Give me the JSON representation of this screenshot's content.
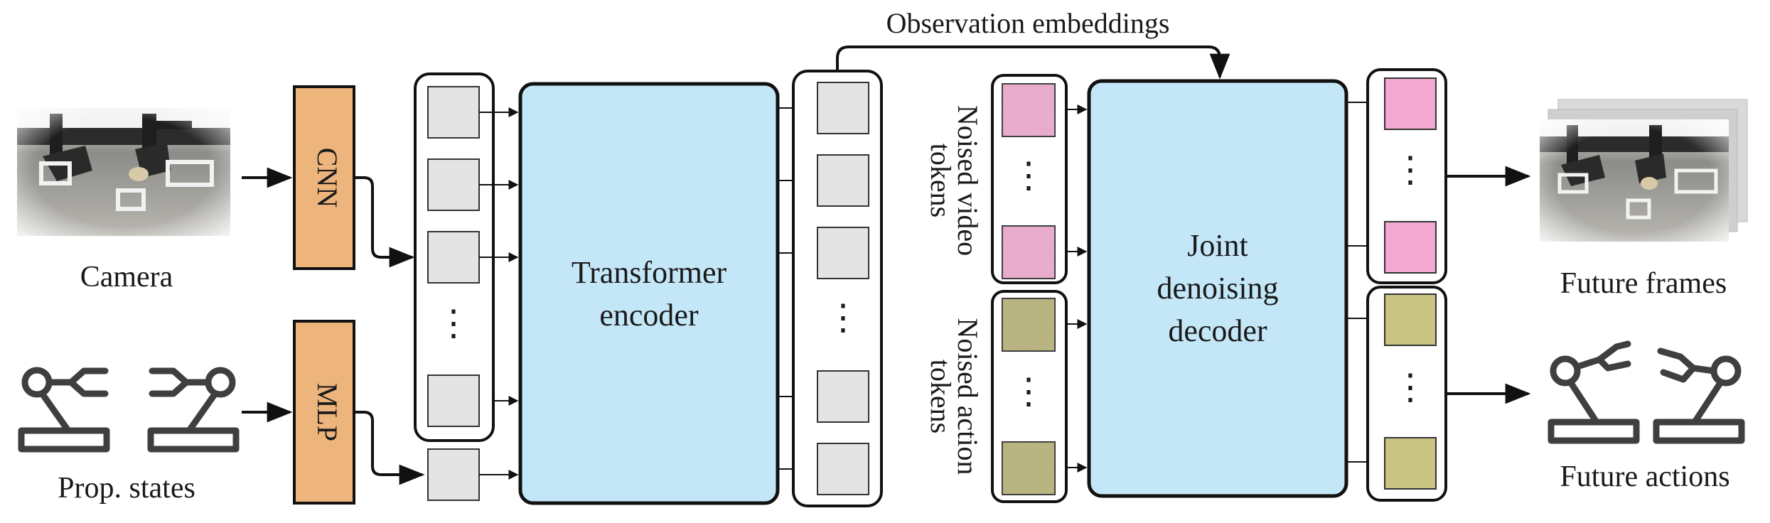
{
  "labels": {
    "camera": "Camera",
    "prop_states": "Prop. states",
    "future_frames": "Future frames",
    "future_actions": "Future actions",
    "observation_embeddings": "Observation embeddings",
    "noised_video_tokens_line1": "Noised video",
    "noised_video_tokens_line2": "tokens",
    "noised_action_tokens_line1": "Noised action",
    "noised_action_tokens_line2": "tokens"
  },
  "blocks": {
    "cnn": "CNN",
    "mlp": "MLP",
    "transformer_line1": "Transformer",
    "transformer_line2": "encoder",
    "decoder_line1": "Joint",
    "decoder_line2": "denoising",
    "decoder_line3": "decoder"
  },
  "ellipsis": "⋮",
  "colors": {
    "cnn_mlp_fill": "#edb47c",
    "transformer_fill": "#c4e7f8",
    "token_gray": "#e4e4e4",
    "video_token": "#f2a8d0",
    "action_token": "#b8b274",
    "output_video_token": "#f2a8d0",
    "output_action_token": "#c9c384",
    "robot_icon": "#3f3f3f"
  },
  "icons": [
    "camera-photo-icon",
    "robot-arm-icon",
    "future-frames-photo-stack-icon"
  ]
}
